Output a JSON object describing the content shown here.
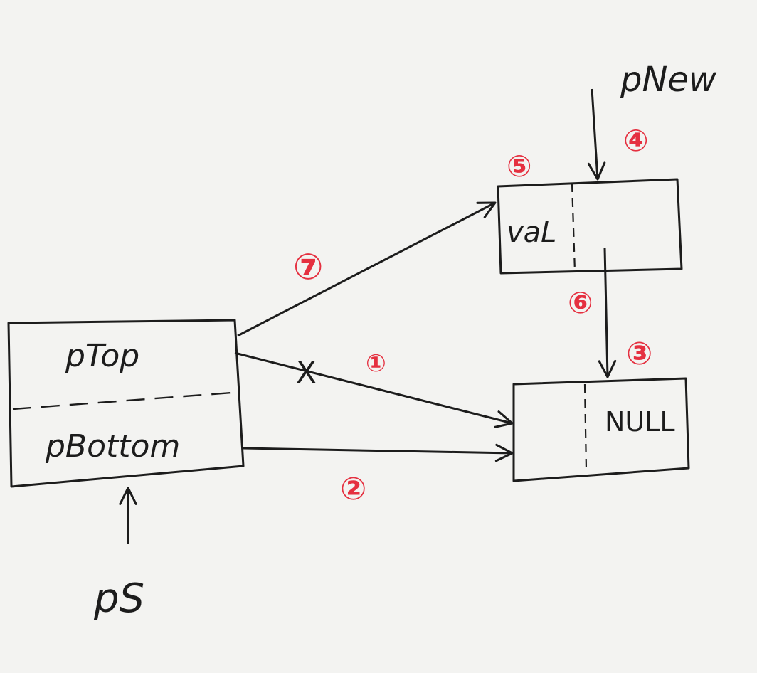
{
  "colors": {
    "paper": "#f3f3f1",
    "ink": "#1c1c1c",
    "annotation": "#e53040"
  },
  "stack": {
    "top_label": "pTop",
    "bottom_label": "pBottom"
  },
  "pointer_ps": "pS",
  "new_node": {
    "pointer_label": "pNew",
    "value_label": "vaL"
  },
  "bottom_node": {
    "next_label": "NULL"
  },
  "steps": [
    "①",
    "②",
    "③",
    "④",
    "⑤",
    "⑥",
    "⑦"
  ],
  "cross_mark": "X"
}
